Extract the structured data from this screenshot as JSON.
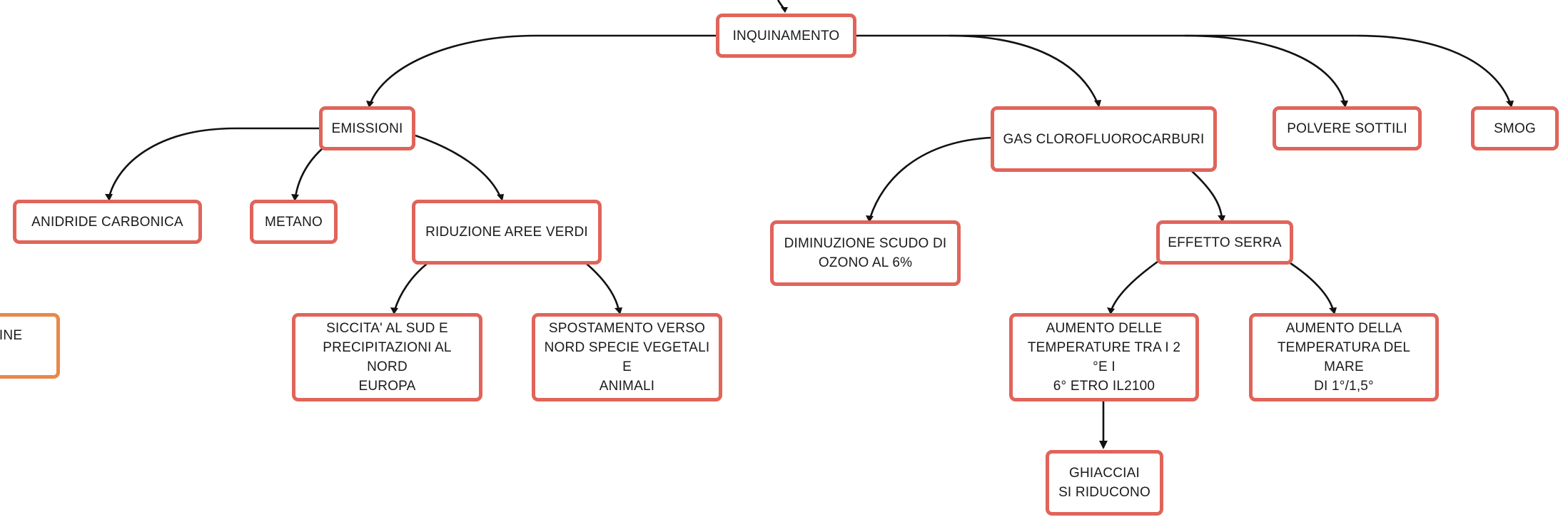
{
  "colors": {
    "node_border": "#e0645a",
    "partial_node_border": "#e8884a",
    "edge": "#111111",
    "background": "#ffffff"
  },
  "nodes": {
    "inquinamento": "INQUINAMENTO",
    "emissioni": "EMISSIONI",
    "gas_clorofluorocarburi": "GAS CLOROFLUOROCARBURI",
    "polvere_sottili": "POLVERE SOTTILI",
    "smog": "SMOG",
    "anidride_carbonica": "ANIDRIDE CARBONICA",
    "metano": "METANO",
    "riduzione_aree_verdi": "RIDUZIONE AREE VERDI",
    "diminuzione_scudo_ozono": "DIMINUZIONE SCUDO DI\nOZONO AL 6%",
    "effetto_serra": "EFFETTO SERRA",
    "siccita": "SICCITA' AL SUD E\nPRECIPITAZIONI AL NORD\nEUROPA",
    "spostamento": "SPOSTAMENTO VERSO\nNORD SPECIE VEGETALI E\nANIMALI",
    "aumento_temperature": "AUMENTO DELLE\nTEMPERATURE TRA I 2 °E I\n6° ETRO IL2100",
    "aumento_temperatura_mare": "AUMENTO DELLA\nTEMPERATURA DEL MARE\nDI 1°/1,5°",
    "ghiacciai": "GHIACCIAI\nSI RIDUCONO",
    "partial_left": "RINE"
  }
}
